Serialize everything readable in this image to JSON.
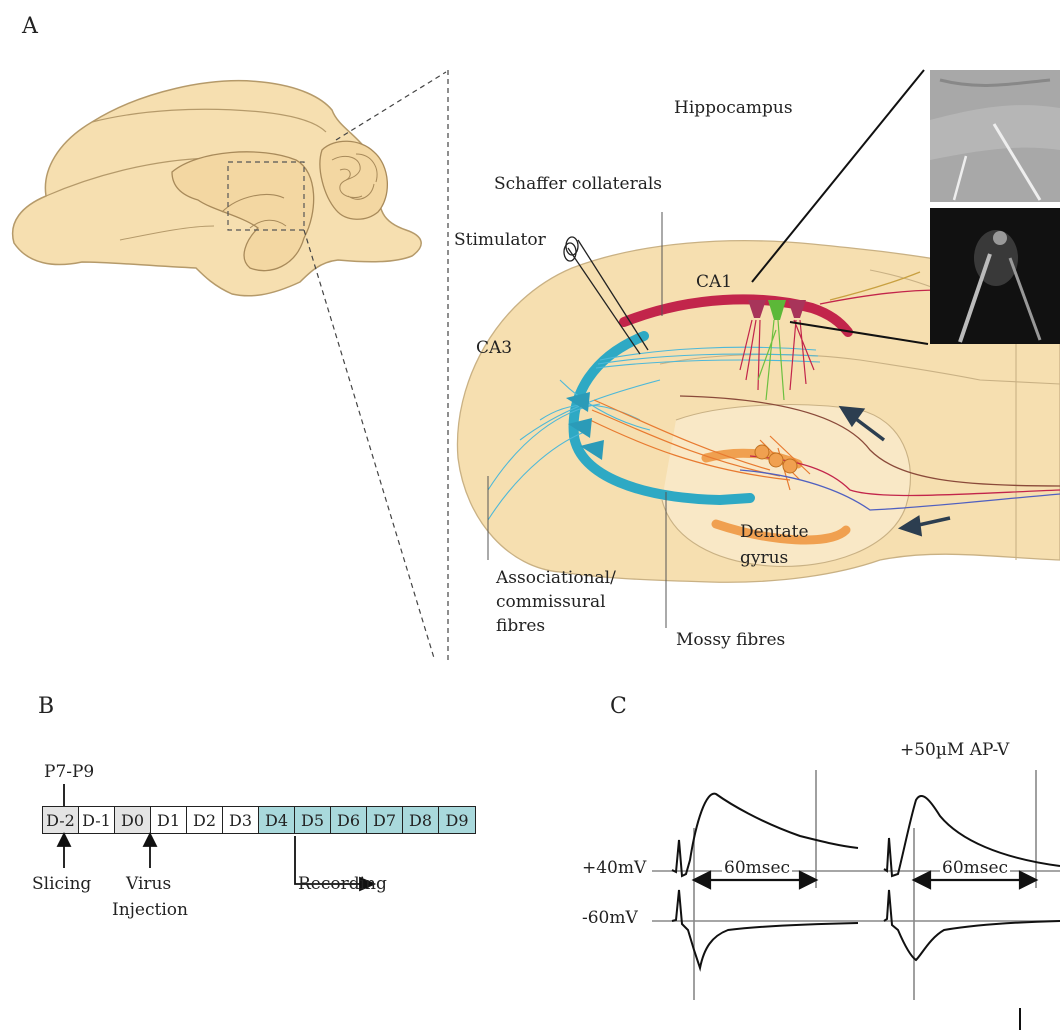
{
  "panels": {
    "a": "A",
    "b": "B",
    "c": "C"
  },
  "panelA": {
    "hippocampus": "Hippocampus",
    "schaffer": "Schaffer collaterals",
    "stimulator": "Stimulator",
    "ca1": "CA1",
    "ca3": "CA3",
    "dentate1": "Dentate",
    "dentate2": "gyrus",
    "assoc1": "Associational/",
    "assoc2": "commissural",
    "assoc3": "fibres",
    "mossy": "Mossy fibres"
  },
  "panelB": {
    "age": "P7-P9",
    "days": [
      "D-2",
      "D-1",
      "D0",
      "D1",
      "D2",
      "D3",
      "D4",
      "D5",
      "D6",
      "D7",
      "D8",
      "D9"
    ],
    "slicing": "Slicing",
    "virus1": "Virus",
    "virus2": "Injection",
    "recording": "Recording"
  },
  "panelC": {
    "apv": "+50µM AP-V",
    "v_pos": "+40mV",
    "v_neg": "-60mV",
    "interval_left": "60msec",
    "interval_right": "60msec"
  },
  "colors": {
    "brain": "#f6dfb0",
    "brainStroke": "#b59a6a",
    "ca1": "#c2254b",
    "ca3": "#2ea9c4",
    "dentate": "#f0a050",
    "cellCyan": "#a9d9dc",
    "cellGray": "#e4e4e4"
  }
}
